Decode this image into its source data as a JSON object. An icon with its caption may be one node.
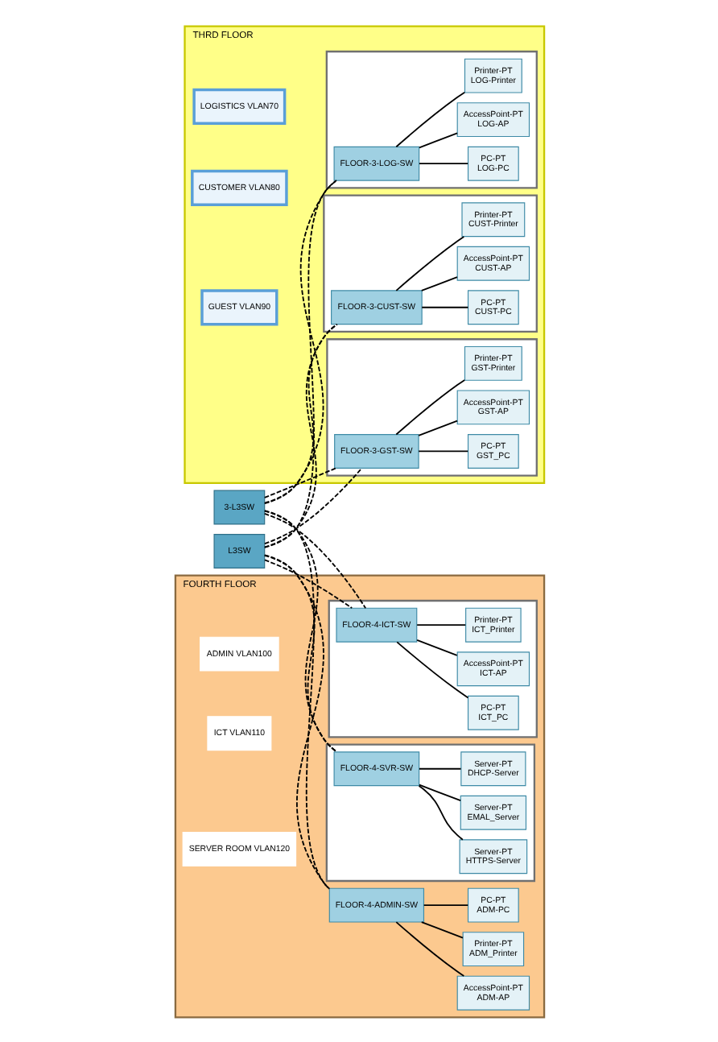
{
  "diagram": {
    "nodes": [
      {
        "text": [
          "THRD FLOOR"
        ]
      },
      {
        "text": [],
        "shape": "box",
        "in": 0
      },
      {
        "text": [
          "FLOOR-3-LOG-SW"
        ],
        "in": 1
      },
      {
        "text": [
          "PC-PT",
          "LOG-PC"
        ],
        "in": 1
      },
      {
        "text": [
          "AccessPoint-PT",
          "LOG-AP"
        ],
        "in": 1
      },
      {
        "text": [
          "Printer-PT",
          "LOG-Printer"
        ],
        "in": 1
      },
      {
        "text": [
          "LOGISTICS VLAN70"
        ],
        "in": 0
      },
      {
        "text": [],
        "shape": "box",
        "in": 0
      },
      {
        "text": [
          "FLOOR-3-CUST-SW"
        ],
        "in": 7
      },
      {
        "text": [
          "PC-PT",
          "CUST-PC"
        ],
        "in": 7
      },
      {
        "text": [
          "AccessPoint-PT",
          "CUST-AP"
        ],
        "in": 7
      },
      {
        "text": [
          "Printer-PT",
          "CUST-Printer"
        ],
        "in": 7
      },
      {
        "text": [
          "CUSTOMER VLAN80"
        ],
        "in": 0
      },
      {
        "text": [],
        "shape": "box",
        "in": 0
      },
      {
        "text": [
          "FLOOR-3-GST-SW"
        ],
        "in": 13
      },
      {
        "text": [
          "PC-PT",
          "GST_PC"
        ],
        "in": 13
      },
      {
        "text": [
          "AccessPoint-PT",
          "GST-AP"
        ],
        "in": 13
      },
      {
        "text": [
          "Printer-PT",
          "GST-Printer"
        ],
        "in": 13
      },
      {
        "text": [
          "GUEST VLAN90"
        ],
        "in": 0
      },
      {
        "text": [
          "FOURTH FLOOR"
        ]
      },
      {
        "text": [
          "FLOOR-4-ADMIN-SW"
        ],
        "in": 19
      },
      {
        "text": [
          "PC-PT",
          "ADM-PC"
        ],
        "in": 19
      },
      {
        "text": [
          "AccessPoint-PT",
          "ADM-AP"
        ],
        "in": 19
      },
      {
        "text": [
          "Printer-PT",
          "ADM_Printer"
        ],
        "in": 19
      },
      {
        "text": [
          "ADMIN VLAN100"
        ],
        "in": 19
      },
      {
        "text": [],
        "shape": "box",
        "in": 19
      },
      {
        "text": [
          "FLOOR-4-ICT-SW"
        ],
        "in": 25
      },
      {
        "text": [
          "PC-PT",
          "ICT_PC"
        ],
        "in": 25
      },
      {
        "text": [
          "AccessPoint-PT",
          "ICT-AP"
        ],
        "in": 25
      },
      {
        "text": [
          "Printer-PT",
          "ICT_Printer"
        ],
        "in": 25
      },
      {
        "text": [
          "ICT VLAN110"
        ],
        "in": 19
      },
      {
        "text": [],
        "shape": "box",
        "in": 19
      },
      {
        "text": [
          "FLOOR-4-SVR-SW"
        ],
        "in": 31
      },
      {
        "text": [
          "Server-PT",
          "HTTPS-Server"
        ],
        "in": 31
      },
      {
        "text": [
          "Server-PT",
          "EMAL_Server"
        ],
        "in": 31
      },
      {
        "text": [
          "Server-PT",
          "DHCP-Server"
        ],
        "in": 31
      },
      {
        "text": [
          "SERVER ROOM VLAN120"
        ],
        "in": 19
      },
      {
        "text": [
          "3-L3SW"
        ]
      },
      {
        "text": [
          "L3SW"
        ]
      }
    ],
    "edges": [
      {
        "from": 2,
        "to": 3,
        "arrow": "none"
      },
      {
        "from": 2,
        "to": 4,
        "arrow": "none"
      },
      {
        "from": 2,
        "to": 5,
        "arrow": "none"
      },
      {
        "from": 8,
        "to": 9,
        "arrow": "none"
      },
      {
        "from": 8,
        "to": 10,
        "arrow": "none"
      },
      {
        "from": 8,
        "to": 11,
        "arrow": "none"
      },
      {
        "from": 14,
        "to": 15,
        "arrow": "none"
      },
      {
        "from": 14,
        "to": 16,
        "arrow": "none"
      },
      {
        "from": 14,
        "to": 17,
        "arrow": "none"
      },
      {
        "from": 20,
        "to": 21,
        "arrow": "none"
      },
      {
        "from": 20,
        "to": 22,
        "arrow": "none"
      },
      {
        "from": 20,
        "to": 23,
        "arrow": "none"
      },
      {
        "from": 26,
        "to": 27,
        "arrow": "none"
      },
      {
        "from": 26,
        "to": 28,
        "arrow": "none"
      },
      {
        "from": 26,
        "to": 29,
        "arrow": "none"
      },
      {
        "from": 32,
        "to": 33,
        "arrow": "none"
      },
      {
        "from": 32,
        "to": 34,
        "arrow": "none"
      },
      {
        "from": 32,
        "to": 35,
        "arrow": "none"
      },
      {
        "from": 37,
        "to": 2,
        "arrow": "none",
        "style": "dashed"
      },
      {
        "from": 37,
        "to": 8,
        "arrow": "none",
        "style": "dashed"
      },
      {
        "from": 37,
        "to": 14,
        "arrow": "none",
        "style": "dashed"
      },
      {
        "from": 37,
        "to": 20,
        "arrow": "none",
        "style": "dashed"
      },
      {
        "from": 37,
        "to": 26,
        "arrow": "none",
        "style": "dashed"
      },
      {
        "from": 37,
        "to": 32,
        "arrow": "none",
        "style": "dashed"
      },
      {
        "from": 38,
        "to": 2,
        "arrow": "none",
        "style": "dashed"
      },
      {
        "from": 38,
        "to": 8,
        "arrow": "none",
        "style": "dashed"
      },
      {
        "from": 38,
        "to": 14,
        "arrow": "none",
        "style": "dashed"
      },
      {
        "from": 38,
        "to": 20,
        "arrow": "none",
        "style": "dashed"
      },
      {
        "from": 38,
        "to": 26,
        "arrow": "none",
        "style": "dashed"
      },
      {
        "from": 38,
        "to": 32,
        "arrow": "none",
        "style": "dashed"
      }
    ]
  }
}
